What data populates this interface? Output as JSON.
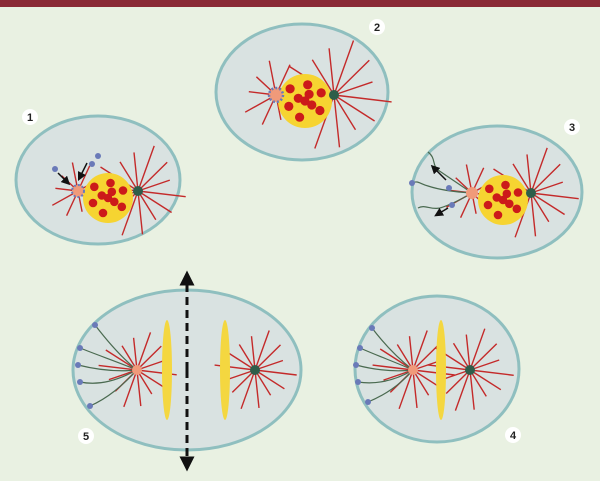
{
  "stages": [
    {
      "number": "1"
    },
    {
      "number": "2"
    },
    {
      "number": "3"
    },
    {
      "number": "4"
    },
    {
      "number": "5"
    }
  ],
  "colors": {
    "top_bar": "#8a2a36",
    "background": "#e9f1e2",
    "cell_fill": "#d9e2e1",
    "cell_border": "#8fbfbf",
    "microtubule": "#c42a2a",
    "nucleus": "#f6d431",
    "nucleus_dots": "#cc1a1a",
    "centrosome_old": "#2e5e4a",
    "centrosome_new": "#f09a7a",
    "actin": "#4a6a50",
    "motor": "#6a7ab8",
    "midplate": "#f4d740",
    "arrow": "#111111"
  }
}
